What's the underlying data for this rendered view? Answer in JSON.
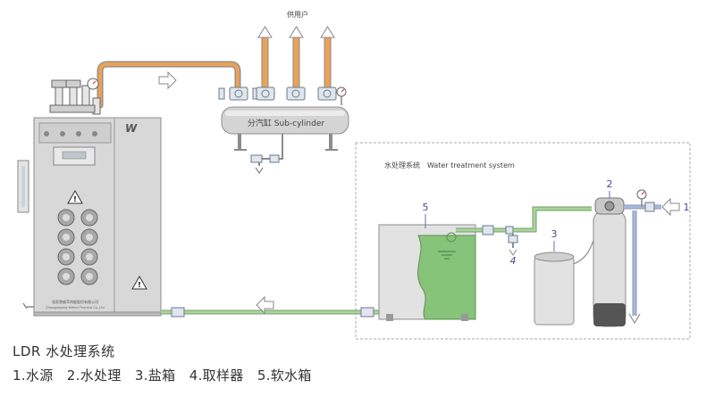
{
  "title": "LDR 水处理系统",
  "legend_line": "1.水源　2.水处理　3.盐箱　4.取样器　5.软水箱",
  "user_label": "供用户",
  "sub_cylinder_label": "分汽缸 Sub-cylinder",
  "water_system_label": "水处理系统　Water treatment system",
  "markers": {
    "m1": "1",
    "m2": "2",
    "m3": "3",
    "m4": "4",
    "m5": "5"
  },
  "boiler": {
    "brand_mark": "W",
    "nameplate_line1": "张家港威孚热能股份有限公司",
    "nameplate_line2": "Zhangjiagang Withof Thermal Co.,Ltd"
  },
  "colors": {
    "steam_pipe": "#e8a25a",
    "water_pipe": "#a8d69a",
    "blue_pipe": "#a9b8dc",
    "water_fill": "#86c47a",
    "boiler_body": "#d8d8d8",
    "marker_purple": "#4a4a9a"
  }
}
